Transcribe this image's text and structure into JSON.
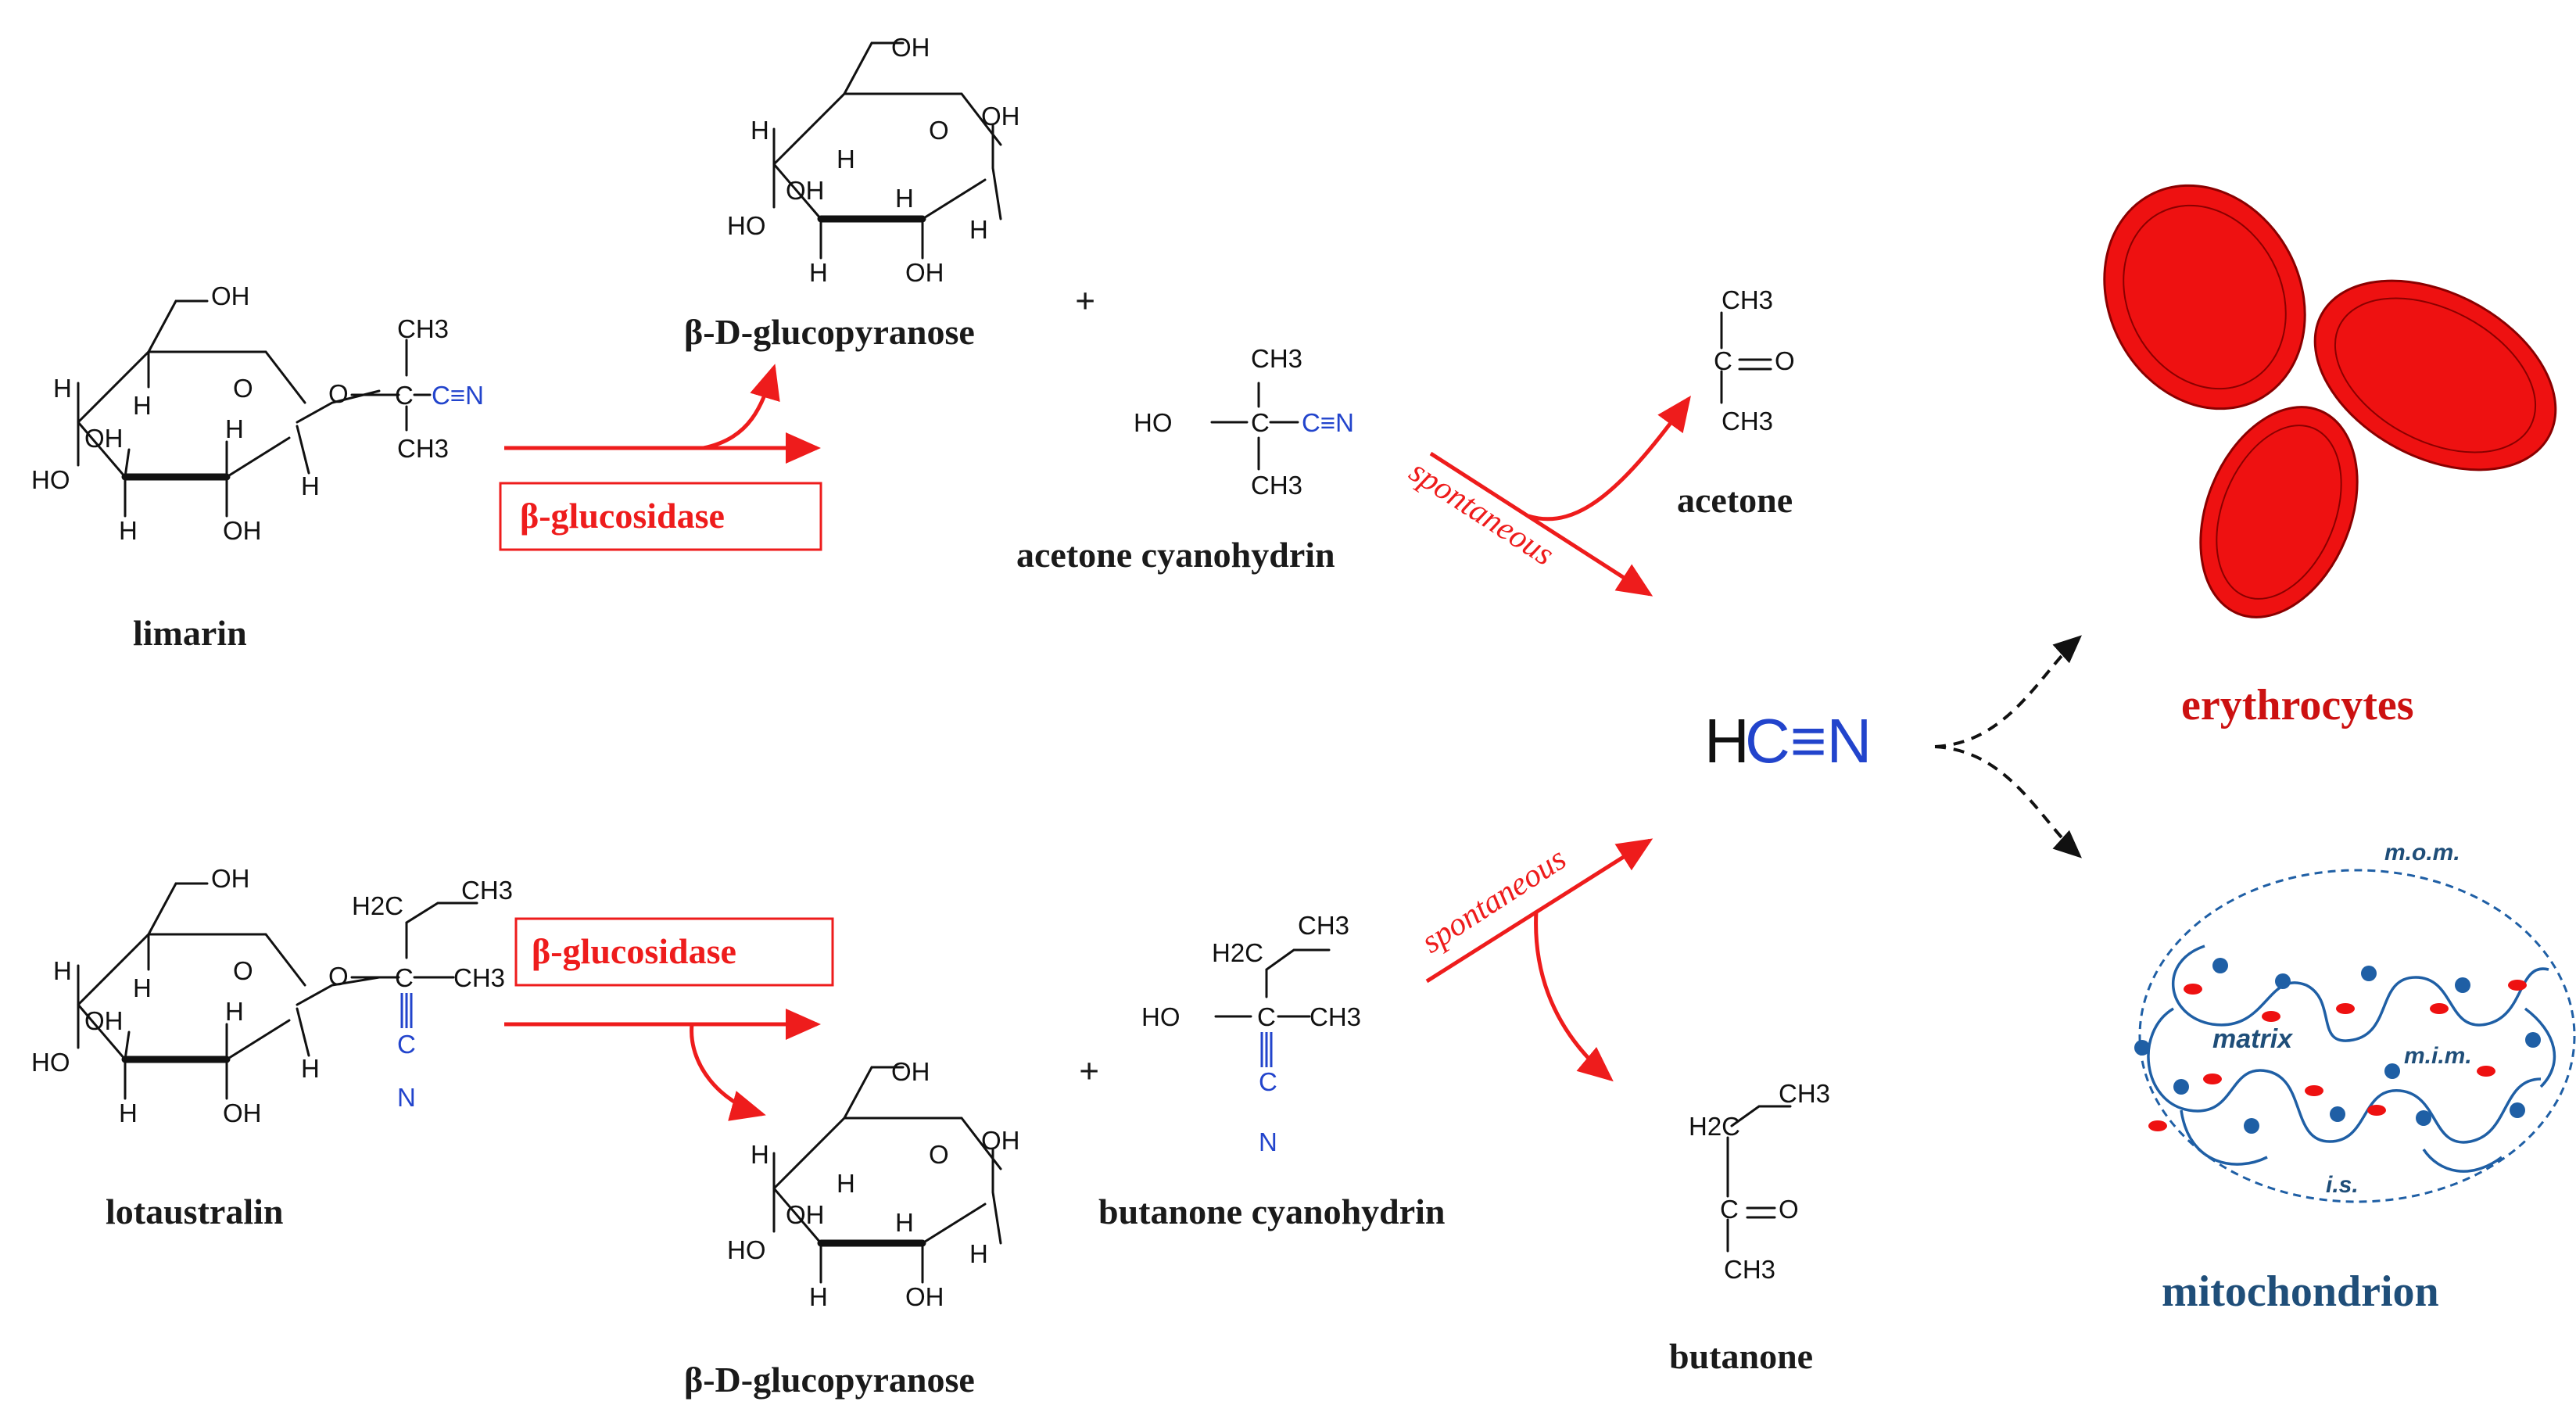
{
  "compounds": {
    "limarin": "limarin",
    "lotaustralin": "lotaustralin",
    "glucopyranose": "β-D-glucopyranose",
    "acetone_cyanohydrin": "acetone cyanohydrin",
    "butanone_cyanohydrin": "butanone cyanohydrin",
    "acetone": "acetone",
    "butanone": "butanone",
    "hcn_h": "H",
    "hcn_cn": "C≡N"
  },
  "enzymes": {
    "enzyme_top": "β-glucosidase",
    "enzyme_bottom": "β-glucosidase",
    "spontaneous_top": "spontaneous",
    "spontaneous_bottom": "spontaneous"
  },
  "targets": {
    "erythrocytes": "erythrocytes",
    "mitochondrion": "mitochondrion",
    "mom": "m.o.m.",
    "matrix": "matrix",
    "mim": "m.i.m.",
    "is": "i.s."
  },
  "symbols": {
    "plus": "+"
  },
  "atoms": {
    "OH": "OH",
    "HO": "HO",
    "H": "H",
    "O": "O",
    "C": "C",
    "N": "N",
    "CH3": "CH3",
    "H2C": "H2C",
    "CN": "C≡N",
    "CO": "C=O"
  },
  "colors": {
    "red": "#ee1c1c",
    "blue": "#2244cc",
    "dark_red": "#cc1111",
    "navy": "#1f4e79"
  }
}
